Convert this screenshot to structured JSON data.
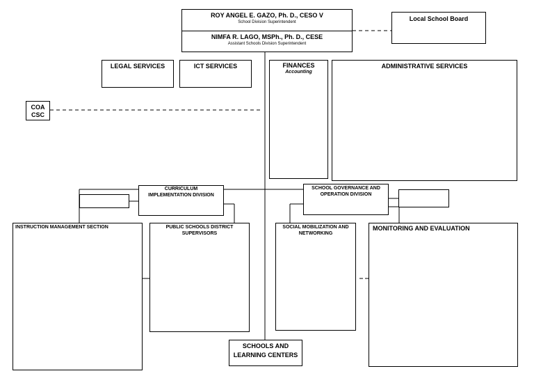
{
  "superintendent": {
    "name": "ROY ANGEL E. GAZO, Ph. D., CESO V",
    "title": "School Division Superintendent"
  },
  "assistant": {
    "name": "NIMFA R. LAGO, MSPh., Ph. D., CESE",
    "title": "Assistant Schools Division Superintendent"
  },
  "local_school_board": "Local School Board",
  "legal_services": "LEGAL SERVICES",
  "ict_services": "ICT SERVICES",
  "finances": {
    "label": "FINANCES",
    "sub": "Accounting"
  },
  "administrative_services": "ADMINISTRATIVE SERVICES",
  "coa": "COA",
  "csc": "CSC",
  "cid": {
    "line1": "CURRICULUM",
    "line2": "IMPLEMENTATION DIVISION"
  },
  "sgod": {
    "line1": "SCHOOL GOVERNANCE AND",
    "line2": "OPERATION DIVISION"
  },
  "instruction_management": "INSTRUCTION MANAGEMENT SECTION",
  "psds": {
    "line1": "PUBLIC SCHOOLS DISTRICT",
    "line2": "SUPERVISORS"
  },
  "social_mobilization": {
    "line1": "SOCIAL MOBILIZATION AND",
    "line2": "NETWORKING"
  },
  "monitoring_evaluation": "MONITORING AND EVALUATION",
  "schools": {
    "line1": "SCHOOLS AND",
    "line2": "LEARNING CENTERS"
  }
}
